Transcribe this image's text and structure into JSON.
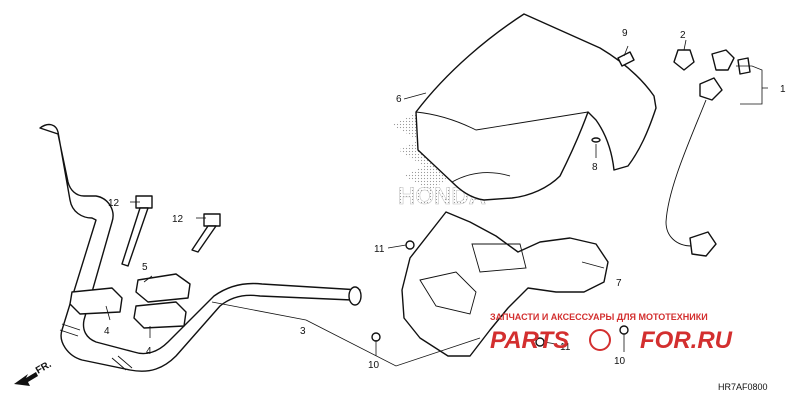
{
  "diagram": {
    "code": "HR7AF0800",
    "direction_label": "FR.",
    "callouts": {
      "c1": "1",
      "c2": "2",
      "c3": "3",
      "c4a": "4",
      "c4b": "4",
      "c5": "5",
      "c6": "6",
      "c7": "7",
      "c8": "8",
      "c9": "9",
      "c10a": "10",
      "c10b": "10",
      "c11a": "11",
      "c11b": "11",
      "c12a": "12",
      "c12b": "12"
    }
  },
  "watermark": {
    "tagline": "ЗАПЧАСТИ И АКСЕССУАРЫ ДЛЯ МОТОТЕХНИКИ",
    "brand_left": "PARTS",
    "brand_right": "FOR.RU",
    "color": "#d32f2f",
    "emblem_text": "HONDA"
  }
}
